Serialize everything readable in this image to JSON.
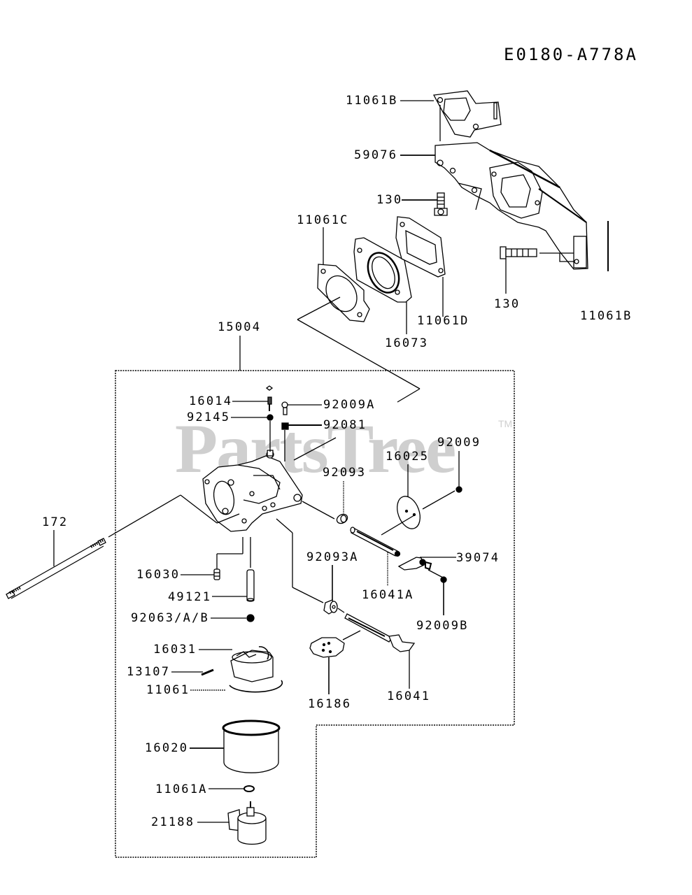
{
  "diagram_code": "E0180-A778A",
  "watermark": {
    "text": "PartsTree",
    "trademark": "TM",
    "color": "#cfcfcf"
  },
  "assembly_label": "15004",
  "part_labels": {
    "p11061B_top": "11061B",
    "p59076": "59076",
    "p130_a": "130",
    "p11061C": "11061C",
    "p130_b": "130",
    "p11061B_right": "11061B",
    "p11061D": "11061D",
    "p16073": "16073",
    "p15004": "15004",
    "p16014": "16014",
    "p92009A": "92009A",
    "p92145": "92145",
    "p92081": "92081",
    "p92009": "92009",
    "p16025": "16025",
    "p92093": "92093",
    "p172": "172",
    "p39074": "39074",
    "p92093A": "92093A",
    "p16041A": "16041A",
    "p16030": "16030",
    "p49121": "49121",
    "p92009B": "92009B",
    "p92063": "92063/A/B",
    "p16031": "16031",
    "p13107": "13107",
    "p11061": "11061",
    "p16186": "16186",
    "p16041": "16041",
    "p16020": "16020",
    "p11061A": "11061A",
    "p21188": "21188"
  }
}
